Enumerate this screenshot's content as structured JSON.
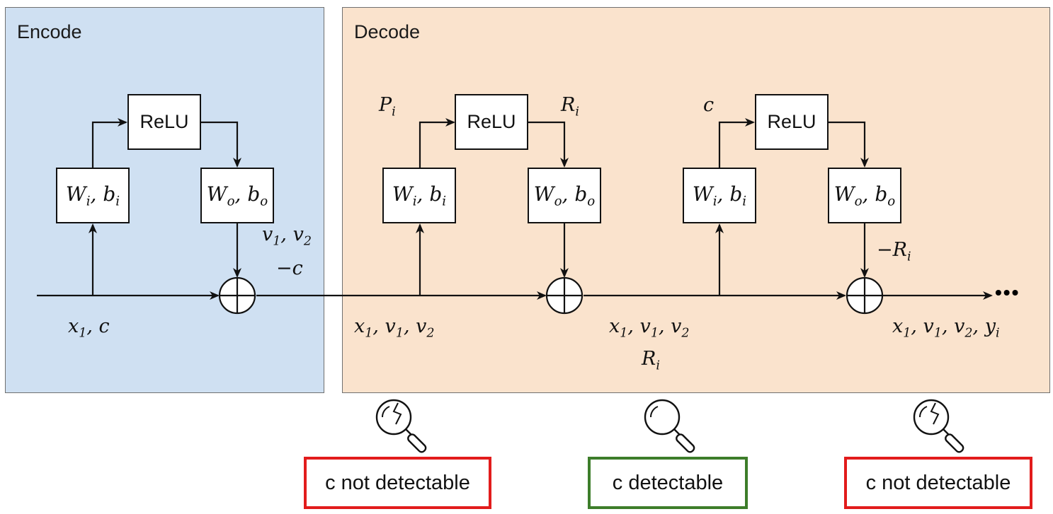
{
  "panels": {
    "encode_title": "Encode",
    "decode_title": "Decode"
  },
  "blocks": {
    "relu": "ReLU",
    "wi_bi": "W_i, b_i",
    "wo_bo": "W_o, b_o"
  },
  "labels": {
    "enc_input": "x_1, c",
    "enc_v": "v_1, v_2",
    "enc_minus_c": "−c",
    "dec1_p": "P_i",
    "dec1_r": "R_i",
    "dec1_input": "x_1, v_1, v_2",
    "dec1_output": "x_1, v_1, v_2",
    "dec1_output_r": "R_i",
    "dec2_c": "c",
    "dec2_minus_r": "−R_i",
    "dec2_output": "x_1, v_1, v_2, y_i",
    "ellipsis": "•••"
  },
  "status": {
    "first": "c not detectable",
    "second": "c detectable",
    "third": "c not detectable"
  },
  "colors": {
    "encode_bg": "#cfe0f2",
    "decode_bg": "#fae3cd",
    "red": "#e21c1c",
    "green": "#3d7d2a"
  },
  "icons": {
    "probe_first": "cracked-magnifier-icon",
    "probe_second": "magnifier-icon",
    "probe_third": "cracked-magnifier-icon"
  }
}
